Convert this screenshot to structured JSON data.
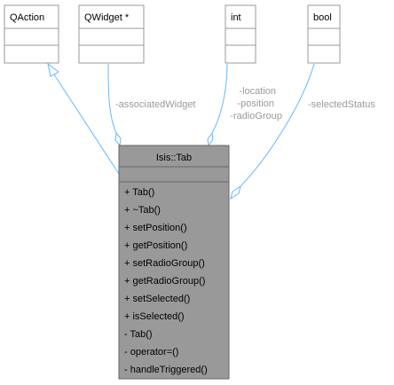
{
  "classes": {
    "qaction": {
      "name": "QAction"
    },
    "qwidget": {
      "name": "QWidget *"
    },
    "int": {
      "name": "int"
    },
    "bool": {
      "name": "bool"
    },
    "tab": {
      "name": "Isis::Tab",
      "methods": [
        "+ Tab()",
        "+ ~Tab()",
        "+ setPosition()",
        "+ getPosition()",
        "+ setRadioGroup()",
        "+ getRadioGroup()",
        "+ setSelected()",
        "+ isSelected()",
        "- Tab()",
        "- operator=()",
        "- handleTriggered()"
      ]
    }
  },
  "edges": {
    "associated_widget": "-associatedWidget",
    "int_labels": [
      "-location",
      "-position",
      "-radioGroup"
    ],
    "selected_status": "-selectedStatus"
  },
  "colors": {
    "edge": "#63b8ff",
    "box_border": "#999999",
    "main_border": "#666666",
    "main_fill": "#999999",
    "label": "#9a9a9a"
  }
}
